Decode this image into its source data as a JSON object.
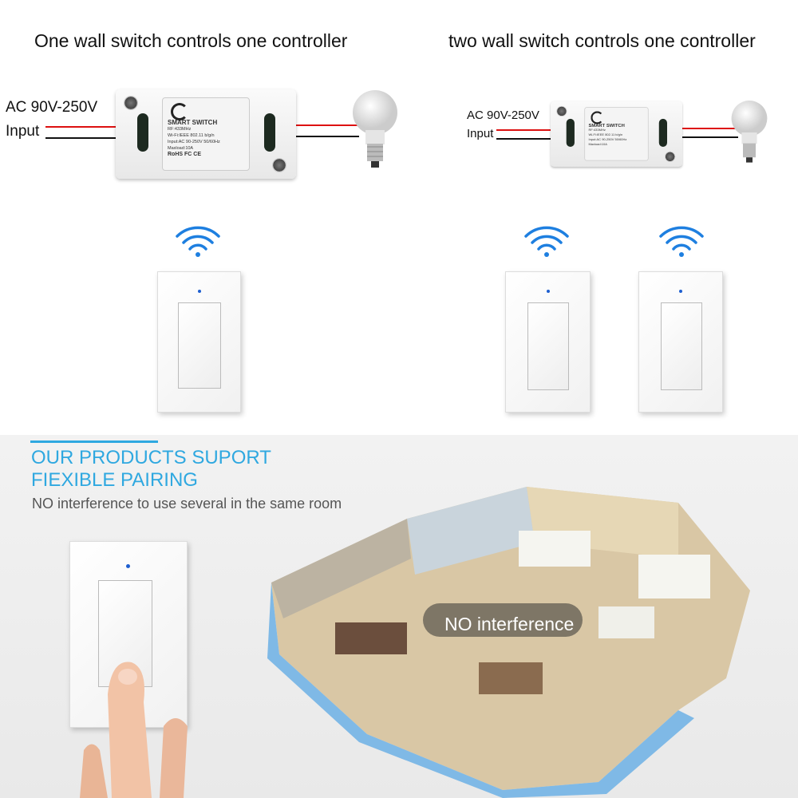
{
  "left_panel": {
    "title": "One wall switch controls one controller",
    "ac_label": "AC 90V-250V",
    "input_label": "Input"
  },
  "right_panel": {
    "title": "two wall switch controls one controller",
    "ac_label": "AC 90V-250V",
    "input_label": "Input"
  },
  "controller": {
    "name": "SMART SWITCH",
    "specs": [
      "RF:433MHz",
      "Wi-Fi:IEEE 802.11 b/g/n",
      "Input:AC 90-250V 50/60Hz",
      "Maxload:10A"
    ],
    "marks": "RoHS  FC CE"
  },
  "promo": {
    "heading_line1": "OUR PRODUCTS SUPORT",
    "heading_line2": "FIEXIBLE PAIRING",
    "subtext": "NO interference to use several in the same room",
    "floorplan_label": "NO interference"
  },
  "colors": {
    "accent": "#2fa8e0",
    "wifi": "#1e7fe0",
    "wire_live": "#d11",
    "wire_neutral": "#111",
    "background_bottom": "#ececec"
  }
}
